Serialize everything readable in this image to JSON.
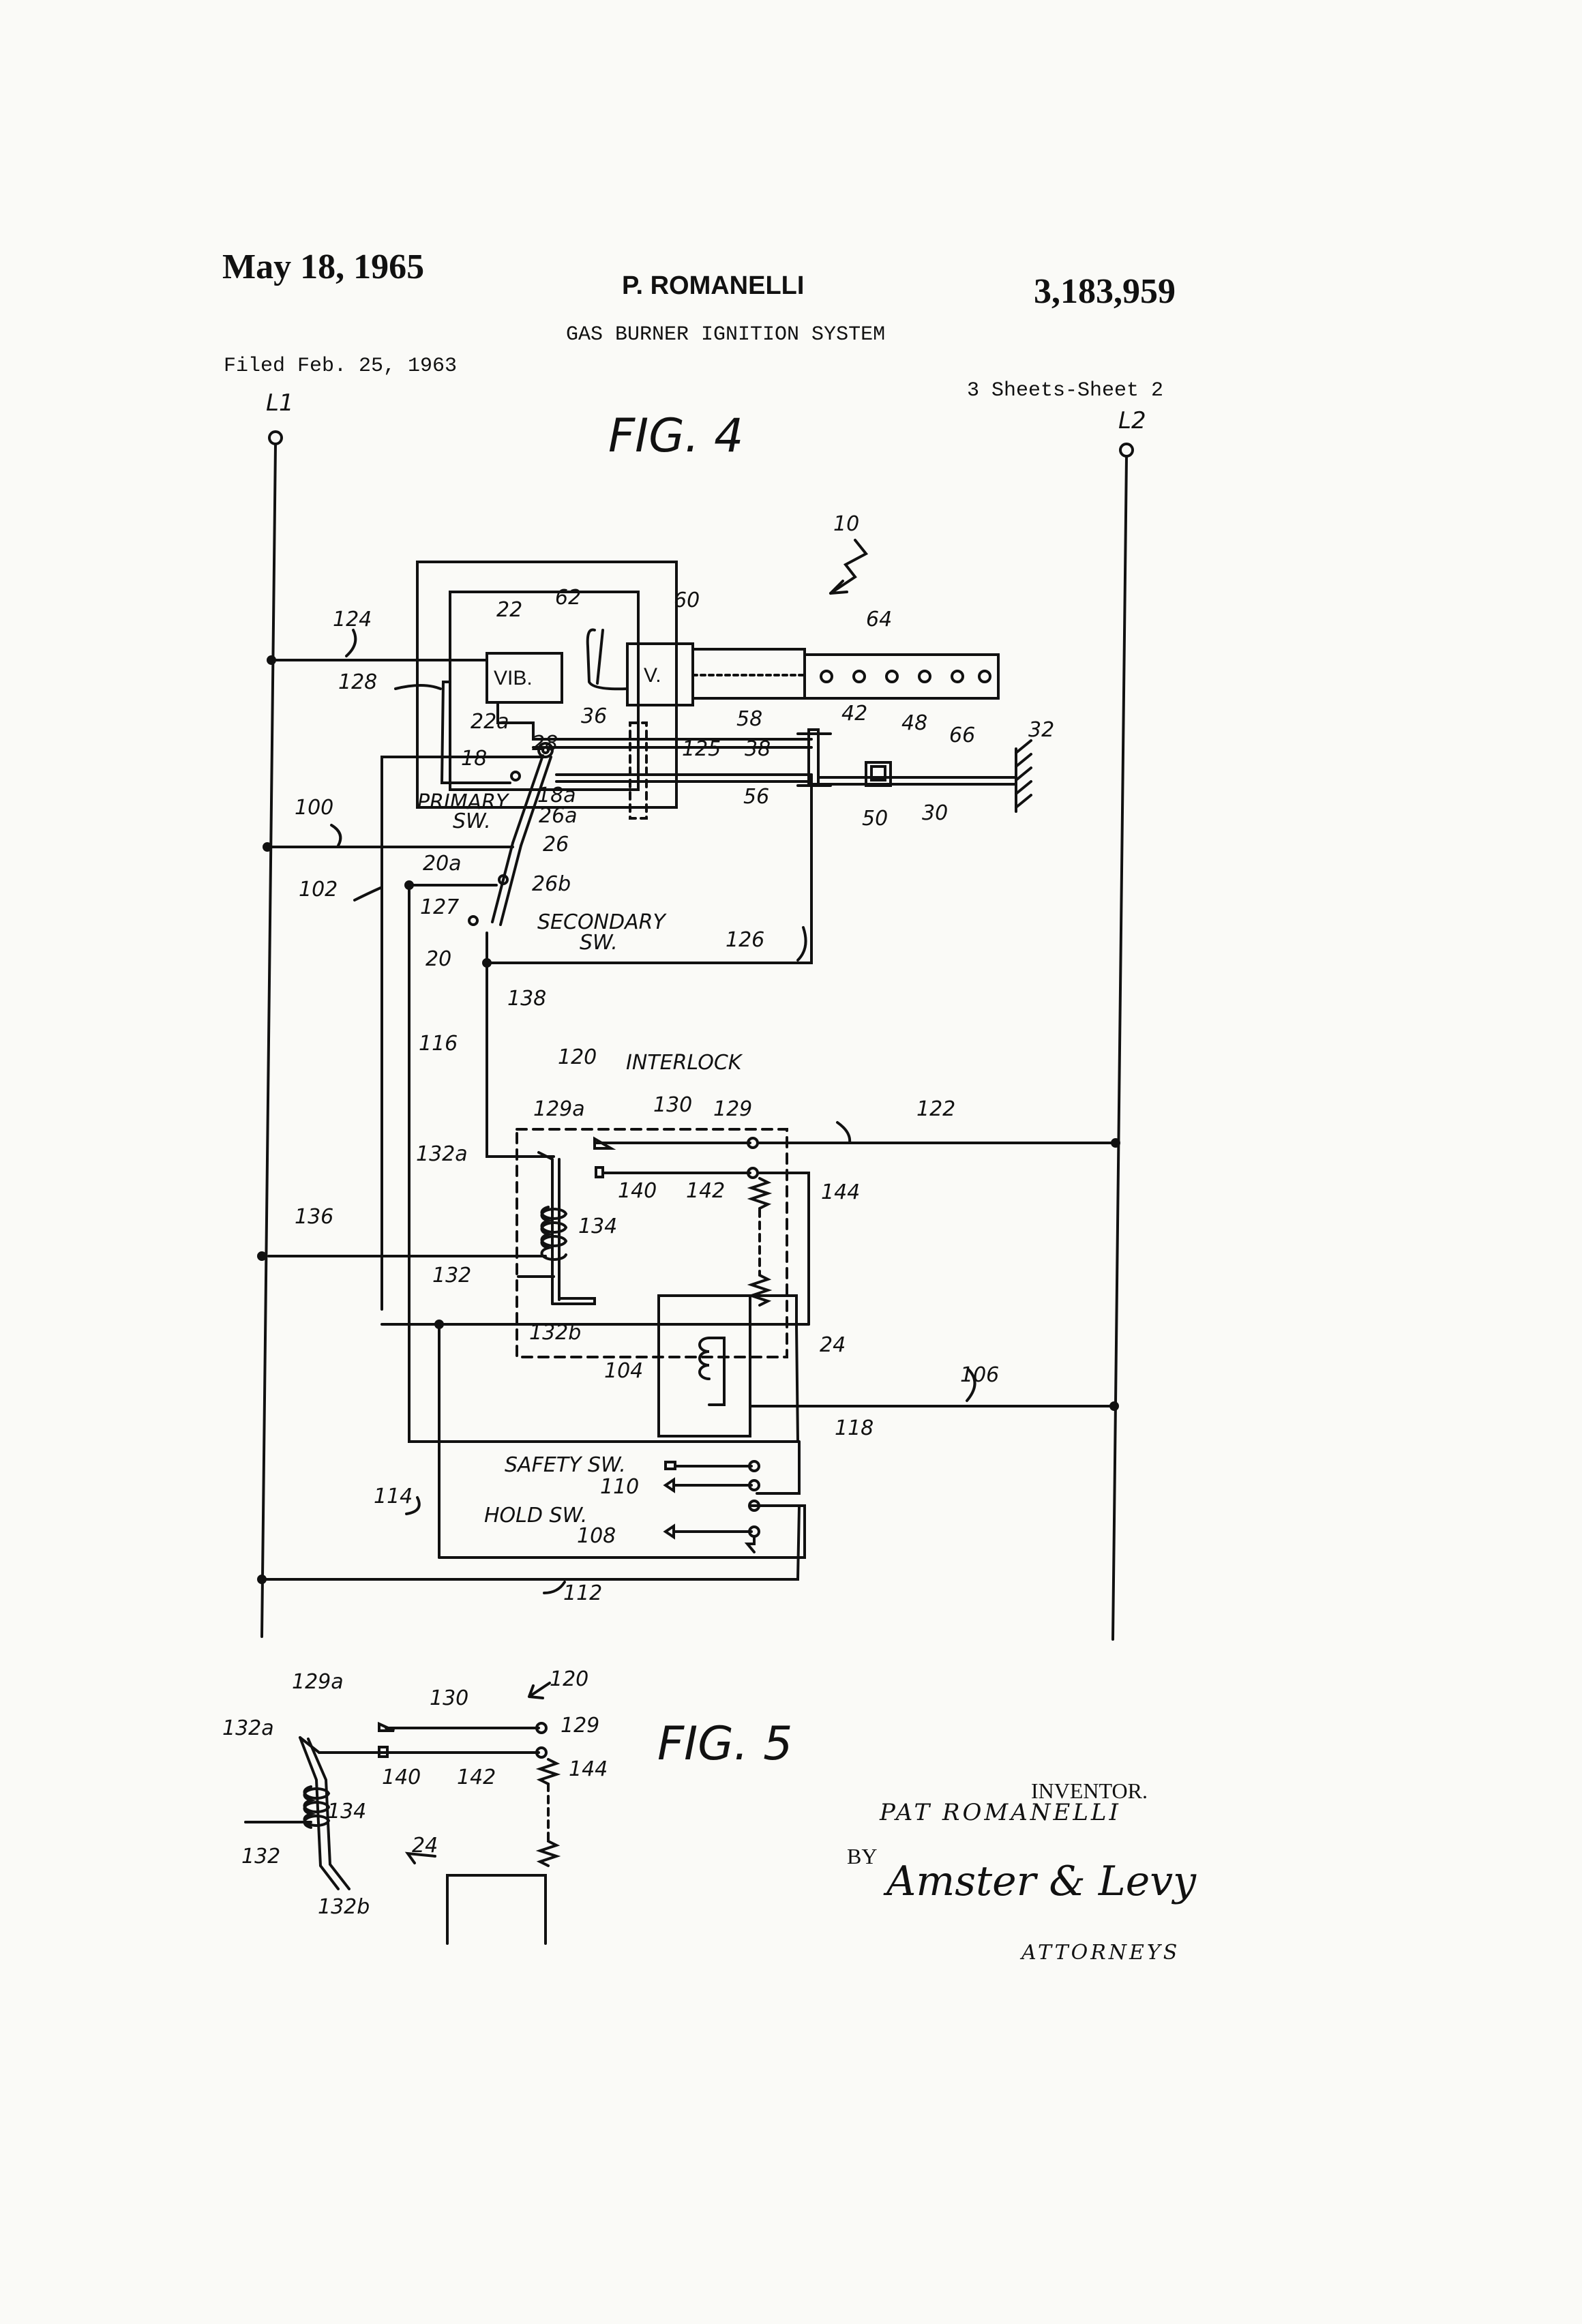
{
  "header": {
    "date": "May 18, 1965",
    "inventor_short": "P. ROMANELLI",
    "patent_number": "3,183,959",
    "title": "GAS BURNER IGNITION SYSTEM",
    "filed": "Filed Feb. 25, 1963",
    "sheets": "3 Sheets-Sheet 2"
  },
  "figures": {
    "fig4": "FIG. 4",
    "fig5": "FIG. 5"
  },
  "fig4_labels": {
    "l1": "L1",
    "l2": "L2",
    "n10": "10",
    "n22": "22",
    "n62": "62",
    "n60": "60",
    "n64": "64",
    "n124": "124",
    "n128": "128",
    "vib": "VIB.",
    "v": "V.",
    "n22a": "22a",
    "n36": "36",
    "n58": "58",
    "n42": "42",
    "n48": "48",
    "n66": "66",
    "n32": "32",
    "n125": "125",
    "n38": "38",
    "n18": "18",
    "n28": "28",
    "n18a": "18a",
    "n56": "56",
    "n50": "50",
    "n30": "30",
    "n100": "100",
    "primary": "PRIMARY",
    "sw": "SW.",
    "n26a": "26a",
    "n26": "26",
    "n20a": "20a",
    "n26b": "26b",
    "n102": "102",
    "n127": "127",
    "secondary": "SECONDARY",
    "sw2": "SW.",
    "n126": "126",
    "n20": "20",
    "n138": "138",
    "n116": "116",
    "n120": "120",
    "interlock": "INTERLOCK",
    "n129a": "129a",
    "n130": "130",
    "n129": "129",
    "n122": "122",
    "n132a": "132a",
    "n140": "140",
    "n142": "142",
    "n144": "144",
    "n136": "136",
    "n134": "134",
    "n132": "132",
    "n132b": "132b",
    "n24": "24",
    "n104": "104",
    "n106": "106",
    "n118": "118",
    "safety": "SAFETY SW.",
    "n110": "110",
    "n114": "114",
    "hold": "HOLD SW.",
    "n108": "108",
    "n112": "112"
  },
  "fig5_labels": {
    "n129a": "129a",
    "n130": "130",
    "n120": "120",
    "n132a": "132a",
    "n129": "129",
    "n140": "140",
    "n142": "142",
    "n144": "144",
    "n134": "134",
    "n132": "132",
    "n24": "24",
    "n132b": "132b"
  },
  "footer": {
    "inventor_label": "INVENTOR.",
    "inventor_name": "PAT ROMANELLI",
    "by": "BY",
    "signature": "Amster & Levy",
    "attorneys": "ATTORNEYS"
  }
}
